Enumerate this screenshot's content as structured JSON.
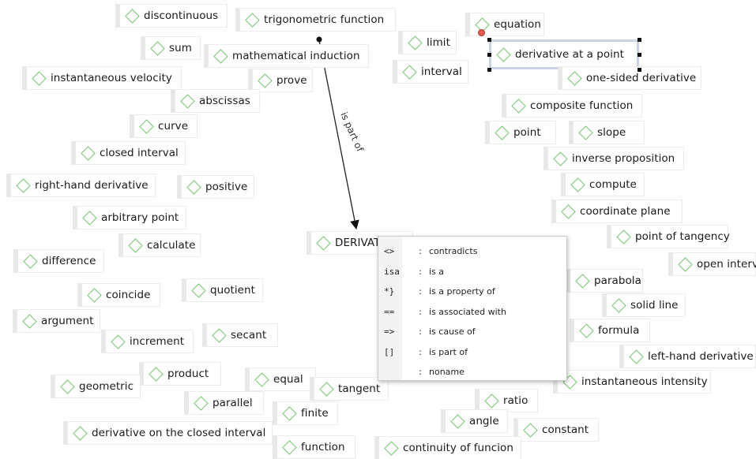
{
  "nodes": [
    {
      "id": "discontinuous",
      "label": "discontinuous"
    },
    {
      "id": "trigonometric-function",
      "label": "trigonometric function"
    },
    {
      "id": "equation",
      "label": "equation"
    },
    {
      "id": "sum",
      "label": "sum"
    },
    {
      "id": "limit",
      "label": "limit"
    },
    {
      "id": "mathematical-induction",
      "label": "mathematical induction"
    },
    {
      "id": "derivative-at-a-point",
      "label": "derivative at a point",
      "selected": true
    },
    {
      "id": "instantaneous-velocity",
      "label": "instantaneous velocity"
    },
    {
      "id": "interval",
      "label": "interval"
    },
    {
      "id": "prove",
      "label": "prove"
    },
    {
      "id": "one-sided-derivative",
      "label": "one-sided derivative"
    },
    {
      "id": "abscissas",
      "label": "abscissas"
    },
    {
      "id": "composite-function",
      "label": "composite function"
    },
    {
      "id": "curve",
      "label": "curve"
    },
    {
      "id": "point",
      "label": "point"
    },
    {
      "id": "slope",
      "label": "slope"
    },
    {
      "id": "closed-interval",
      "label": "closed interval"
    },
    {
      "id": "inverse-proposition",
      "label": "inverse proposition"
    },
    {
      "id": "right-hand-derivative",
      "label": "right-hand derivative"
    },
    {
      "id": "positive",
      "label": "positive"
    },
    {
      "id": "compute",
      "label": "compute"
    },
    {
      "id": "coordinate-plane",
      "label": "coordinate plane"
    },
    {
      "id": "arbitrary-point",
      "label": "arbitrary point"
    },
    {
      "id": "point-of-tangency",
      "label": "point of tangency"
    },
    {
      "id": "calculate",
      "label": "calculate"
    },
    {
      "id": "derivative",
      "label": "DERIVATIVE"
    },
    {
      "id": "difference",
      "label": "difference"
    },
    {
      "id": "open-interval",
      "label": "open interval"
    },
    {
      "id": "parabola",
      "label": "parabola"
    },
    {
      "id": "quotient",
      "label": "quotient"
    },
    {
      "id": "coincide",
      "label": "coincide"
    },
    {
      "id": "solid-line",
      "label": "solid line"
    },
    {
      "id": "argument",
      "label": "argument"
    },
    {
      "id": "formula",
      "label": "formula"
    },
    {
      "id": "increment",
      "label": "increment"
    },
    {
      "id": "secant",
      "label": "secant"
    },
    {
      "id": "left-hand-derivative",
      "label": "left-hand derivative"
    },
    {
      "id": "product",
      "label": "product"
    },
    {
      "id": "equal",
      "label": "equal"
    },
    {
      "id": "instantaneous-intensity",
      "label": "instantaneous intensity"
    },
    {
      "id": "geometric",
      "label": "geometric"
    },
    {
      "id": "tangent",
      "label": "tangent"
    },
    {
      "id": "ratio",
      "label": "ratio"
    },
    {
      "id": "parallel",
      "label": "parallel"
    },
    {
      "id": "finite",
      "label": "finite"
    },
    {
      "id": "angle",
      "label": "angle"
    },
    {
      "id": "constant",
      "label": "constant"
    },
    {
      "id": "derivative-on-the-closed-interval",
      "label": "derivative on the closed interval"
    },
    {
      "id": "function",
      "label": "function"
    },
    {
      "id": "continuity-of-funcion",
      "label": "continuity of funcion"
    }
  ],
  "edges": [
    {
      "from": "mathematical-induction",
      "to": "derivative",
      "label": "is part of"
    }
  ],
  "legend": [
    {
      "sym": "<>",
      "desc": "contradicts"
    },
    {
      "sym": "isa",
      "desc": "is a"
    },
    {
      "sym": "*}",
      "desc": "is a property of"
    },
    {
      "sym": "==",
      "desc": "is associated with"
    },
    {
      "sym": "=>",
      "desc": "is cause of"
    },
    {
      "sym": "[]",
      "desc": "is part of"
    },
    {
      "sym": "",
      "desc": "noname"
    }
  ],
  "colors": {
    "diamond_stroke": "#7cc576",
    "selection_border": "#c8d4e3",
    "marker_dot": "#e85a4f"
  }
}
